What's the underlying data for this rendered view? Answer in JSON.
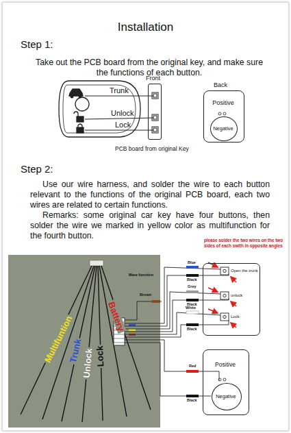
{
  "diagram": {
    "title": "Installation",
    "nodes": [
      {
        "text": [
          "Front"
        ]
      },
      {
        "text": [
          "Back",
          "Positive"
        ]
      },
      {
        "text": [
          "Negative"
        ],
        "in": 1
      },
      {
        "text": [
          "Open the trunk",
          "unlock",
          "Lock"
        ]
      },
      {
        "text": [
          "Positive"
        ]
      },
      {
        "text": [
          "Negative"
        ],
        "in": 4
      }
    ],
    "labels": [
      "Step 1:",
      "Take out the PCB board from the original key, and make sure the functions of each button.",
      "Trunk",
      "Unlock",
      "Lock",
      "PCB board from original Key",
      "Step 2:",
      "Use our wire harness, and solder the wire to each button relevant to the functions of the original PCB board, each two wires are related to certain functions.",
      "Remarks: some original car key have four buttons, then solder the wire we marked in yellow color as multifunction for the fourth button.",
      "please solder the two wires on the two sides of each swith in opposite angles",
      "Multifuntion",
      "Trunk",
      "Unlock",
      "Lock",
      "Battery",
      "Blue",
      "Black",
      "Mare function",
      "Brown",
      "Grey",
      "Black",
      "White",
      "Black",
      "Red",
      "Black"
    ]
  }
}
